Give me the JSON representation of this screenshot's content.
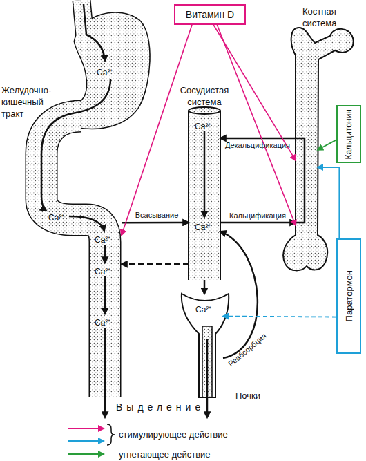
{
  "diagram": {
    "nodes": [
      {
        "text": [
          "Витамин D"
        ]
      },
      {
        "text": [
          "Желудочно-кишечный тракт",
          "Ca²⁺",
          "Ca²⁺",
          "Ca²⁺",
          "Ca²⁺",
          "Ca²⁺"
        ]
      },
      {
        "text": [
          "Сосудистая система",
          "Ca²⁺",
          "Ca²⁺"
        ]
      },
      {
        "text": [
          "Костная система"
        ]
      },
      {
        "text": [
          "Ca²⁺",
          "Почки"
        ]
      },
      {
        "text": [
          "Кальцитонин"
        ]
      },
      {
        "text": [
          "Паратормон"
        ]
      }
    ],
    "edges": [
      {
        "from": 1,
        "to": 2,
        "label": "Всасывание",
        "arrow": "to"
      },
      {
        "from": 2,
        "to": 1,
        "arrow": "to"
      },
      {
        "from": 3,
        "to": 2,
        "label": "Декальцификация",
        "arrow": "to"
      },
      {
        "from": 2,
        "to": 3,
        "label": "Кальцификация",
        "arrow": "to"
      },
      {
        "from": 2,
        "to": 4,
        "arrow": "to"
      },
      {
        "from": 4,
        "to": 2,
        "label": "Реабсорбция",
        "arrow": "to"
      },
      {
        "from": 0,
        "to": 1,
        "arrow": "to"
      },
      {
        "from": 0,
        "to": 3,
        "arrow": "to"
      },
      {
        "from": 0,
        "to": 3,
        "arrow": "to"
      },
      {
        "from": 5,
        "to": 3,
        "arrow": "to"
      },
      {
        "from": 6,
        "to": 3,
        "arrow": "to"
      },
      {
        "from": 6,
        "to": 4,
        "arrow": "to"
      }
    ],
    "labels": [
      "Выделение"
    ],
    "legend": [
      {
        "text": "стимулирующее действие"
      },
      {
        "text": "угнетающее действие"
      }
    ]
  }
}
